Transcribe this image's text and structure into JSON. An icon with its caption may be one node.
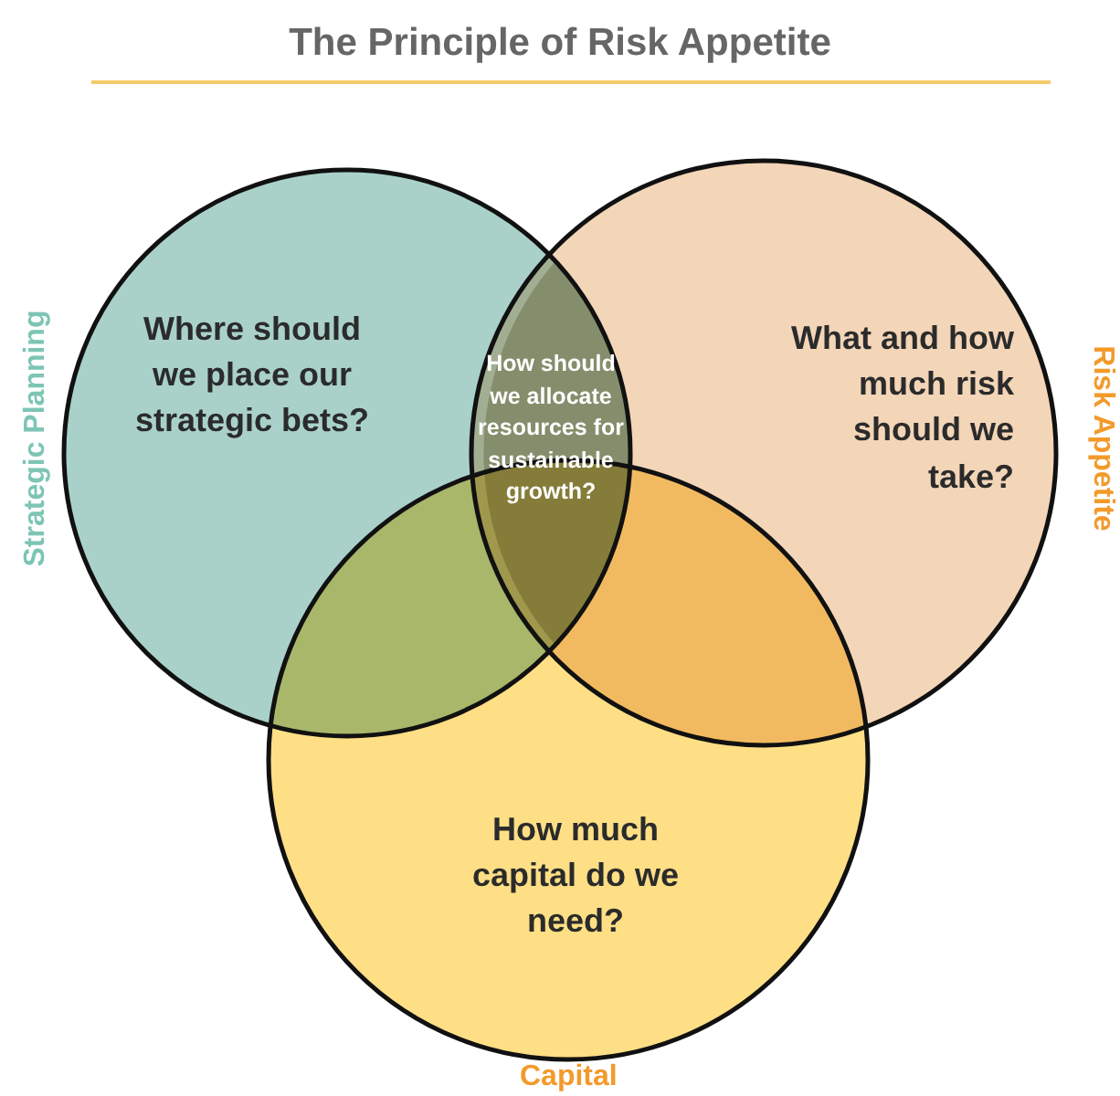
{
  "diagram": {
    "title": "The Principle of Risk Appetite",
    "nodes": [
      {
        "text": [
          "Where should we place our strategic bets?"
        ],
        "beside": [
          "Strategic Planning"
        ]
      },
      {
        "text": [
          "What and how much risk should we take?"
        ],
        "beside": [
          "Risk Appetite"
        ]
      },
      {
        "text": [
          "How much capital do we need?"
        ],
        "beside": [
          "Capital"
        ]
      },
      {
        "text": [
          "How should we allocate resources for sustainable growth?"
        ]
      }
    ],
    "edges": []
  }
}
